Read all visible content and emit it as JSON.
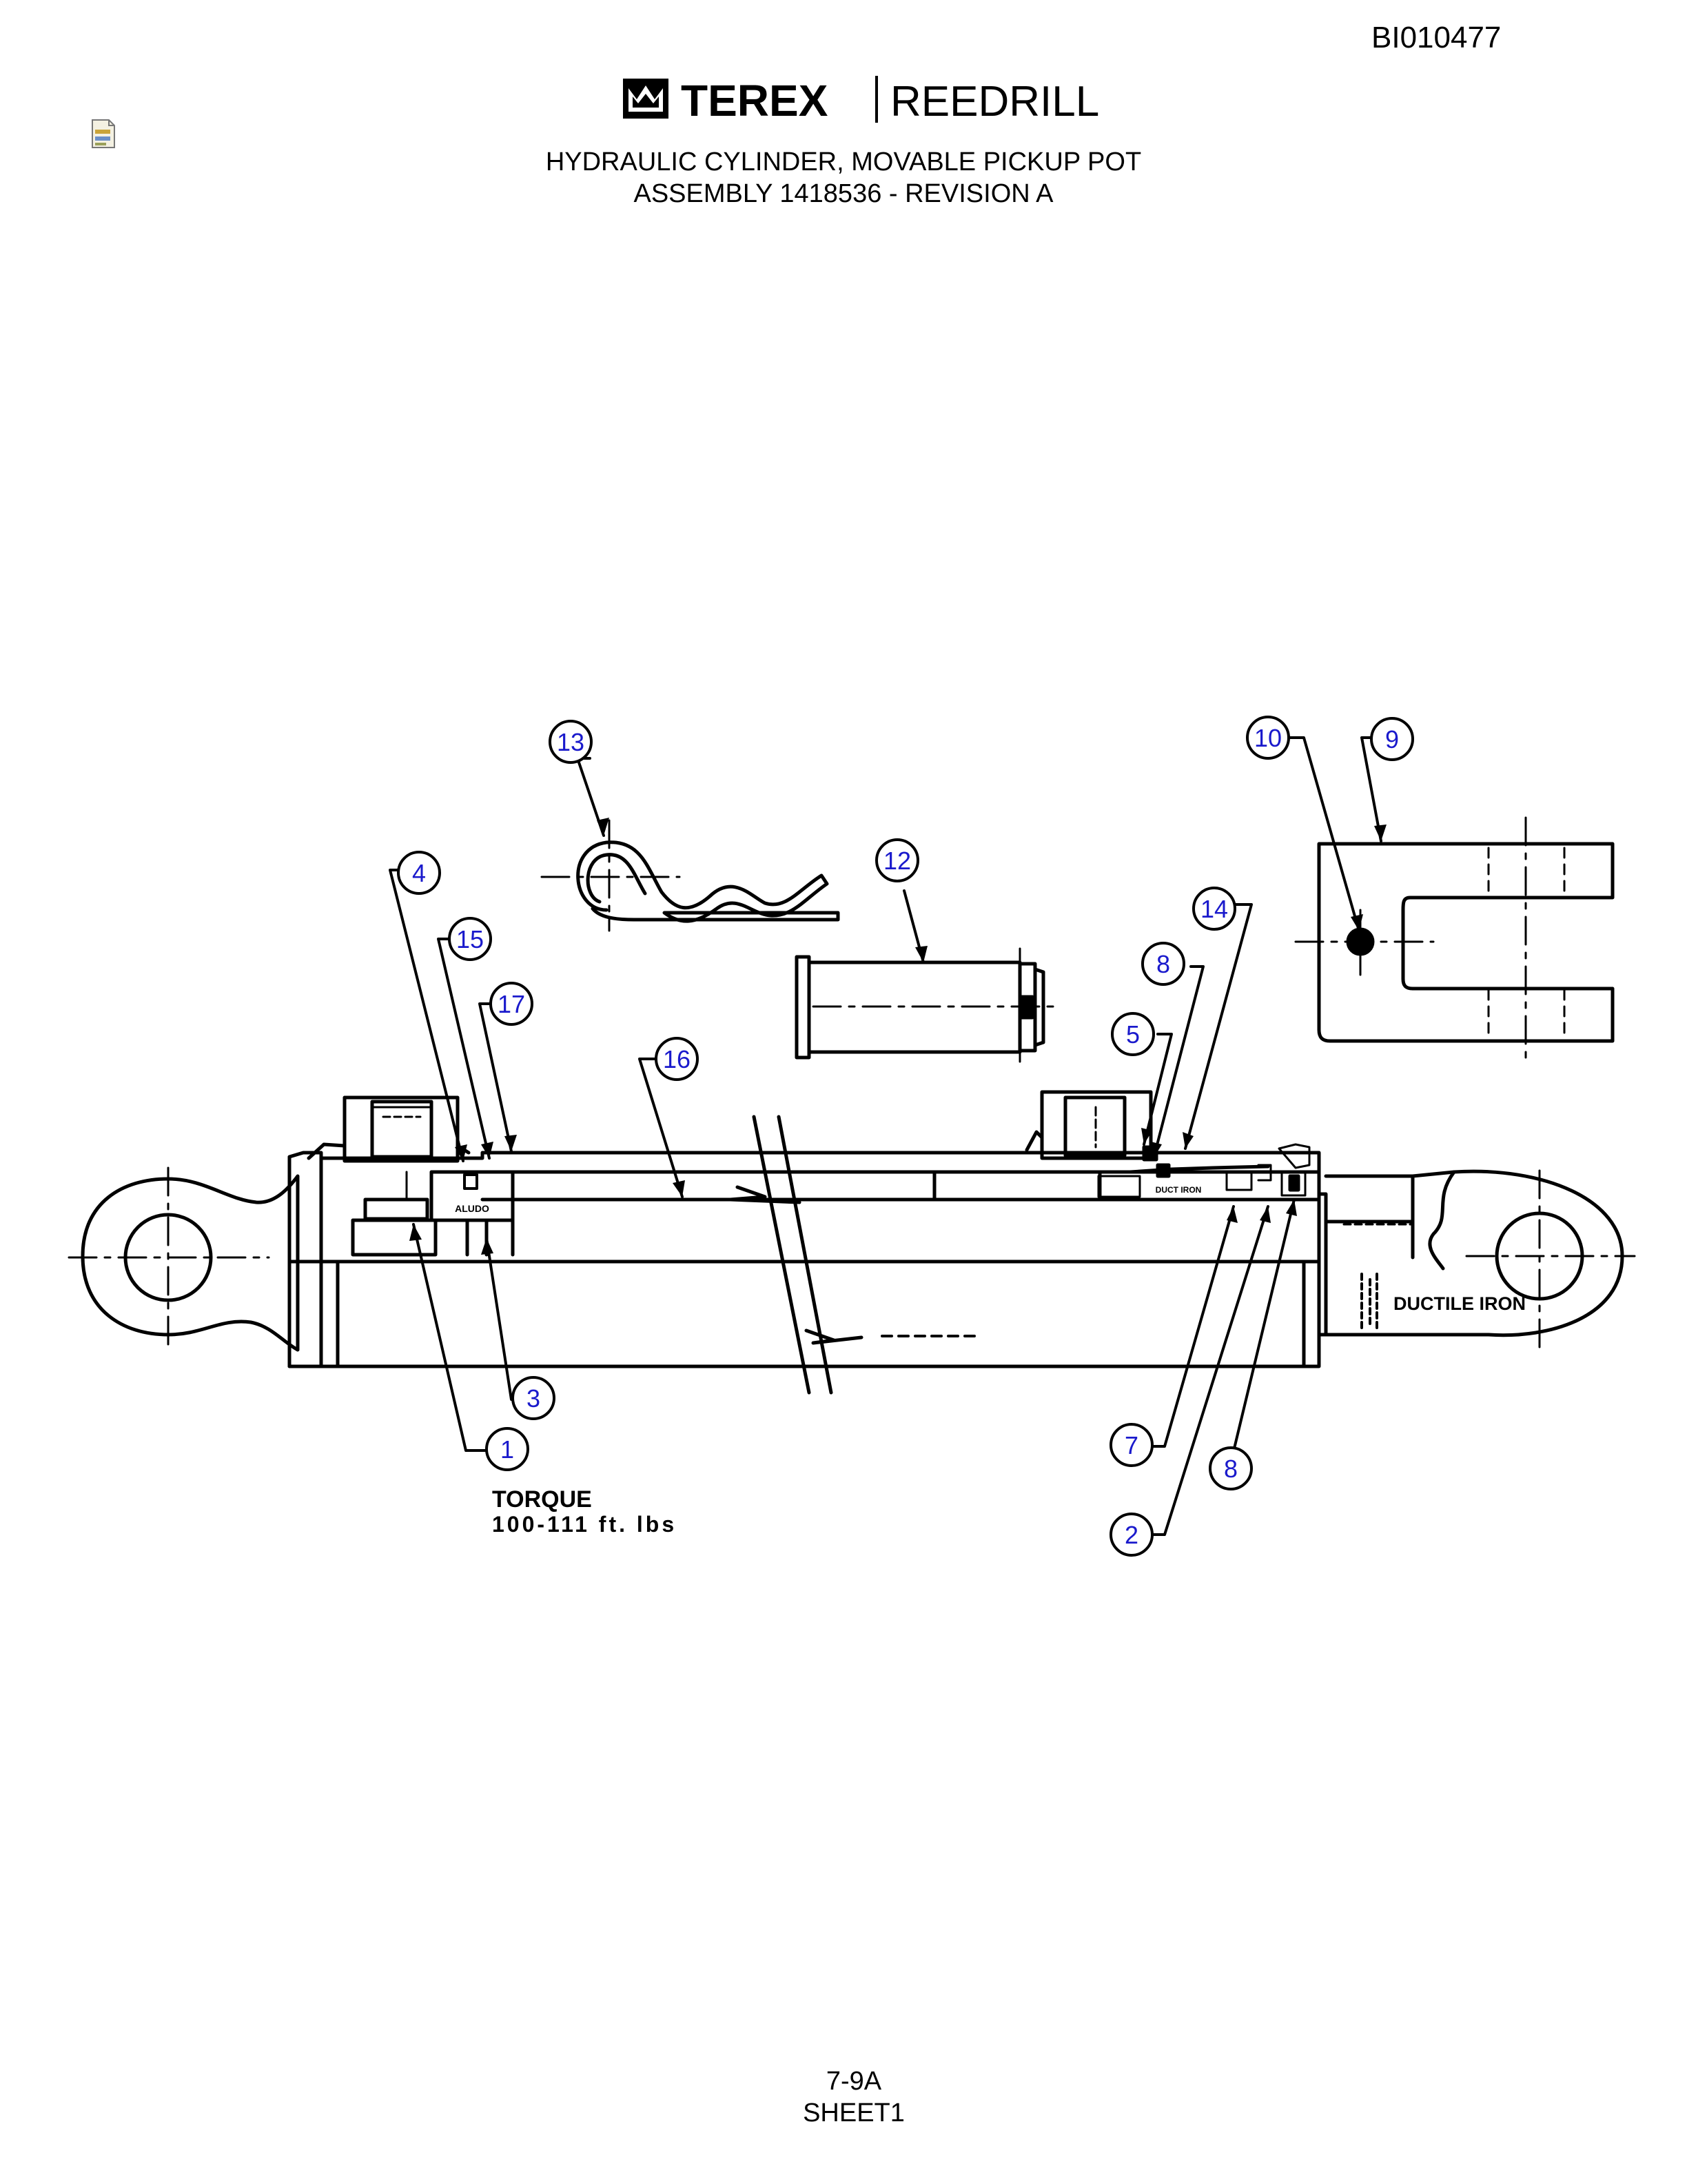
{
  "header": {
    "doc_id": "BI010477",
    "brand_left": "TEREX",
    "brand_right": "REEDRILL",
    "title_line1": "HYDRAULIC CYLINDER, MOVABLE PICKUP POT",
    "title_line2": "ASSEMBLY 1418536 - REVISION A"
  },
  "drawing": {
    "callouts": [
      "13",
      "12",
      "10",
      "9",
      "4",
      "15",
      "17",
      "16",
      "14",
      "8",
      "5",
      "3",
      "1",
      "7",
      "8",
      "2"
    ],
    "labels": {
      "torque_title": "TORQUE",
      "torque_value": "100-111 ft. lbs",
      "material": "DUCTILE IRON",
      "port_mark": "ALUDO",
      "duct_mark": "DUCT IRON"
    },
    "colors": {
      "line": "#000000",
      "callout_text": "#1a1acc"
    }
  },
  "footer": {
    "page": "7-9A",
    "sheet": "SHEET1"
  }
}
